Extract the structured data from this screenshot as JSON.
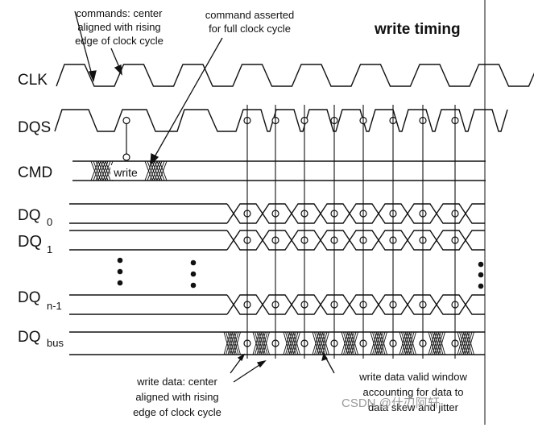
{
  "title": "write timing",
  "annotations": {
    "cmd_center": [
      "commands: center",
      "aligned with rising",
      "edge of clock cycle"
    ],
    "cmd_asserted": [
      "command asserted",
      "for full clock cycle"
    ],
    "data_center": [
      "write data: center",
      "aligned with rising",
      "edge of clock cycle"
    ],
    "valid_window": [
      "write data valid window",
      "accounting for data to",
      "data skew and jitter"
    ]
  },
  "signals": {
    "clk": "CLK",
    "dqs": "DQS",
    "cmd": "CMD",
    "dq0": {
      "main": "DQ",
      "sub": "0"
    },
    "dq1": {
      "main": "DQ",
      "sub": "1"
    },
    "dqn1": {
      "main": "DQ",
      "sub": "n-1"
    },
    "dqbus": {
      "main": "DQ",
      "sub": "bus"
    }
  },
  "cmd_label": "write",
  "watermark": "CSDN @什刃阿轩"
}
